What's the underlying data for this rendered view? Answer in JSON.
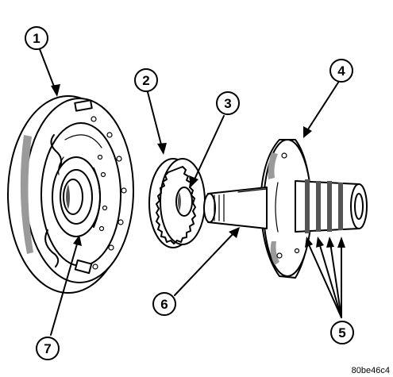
{
  "figure": {
    "reference_code": "80be46c4",
    "callouts": [
      {
        "id": "callout-1",
        "number": "1"
      },
      {
        "id": "callout-2",
        "number": "2"
      },
      {
        "id": "callout-3",
        "number": "3"
      },
      {
        "id": "callout-4",
        "number": "4"
      },
      {
        "id": "callout-5",
        "number": "5"
      },
      {
        "id": "callout-6",
        "number": "6"
      },
      {
        "id": "callout-7",
        "number": "7"
      }
    ]
  }
}
